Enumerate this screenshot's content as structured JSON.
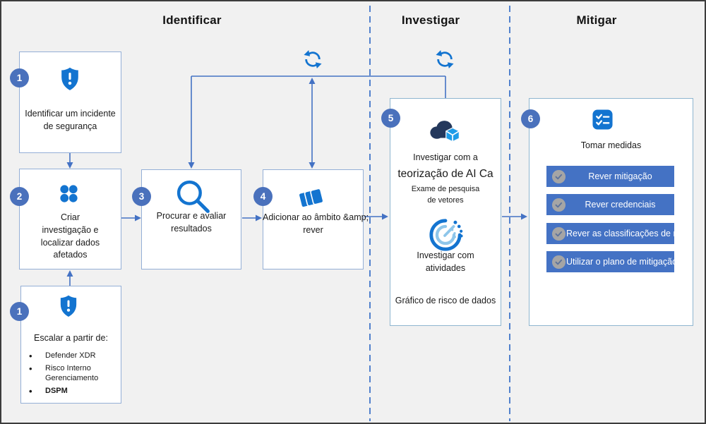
{
  "lanes": {
    "identify": "Identificar",
    "investigate": "Investigar",
    "mitigate": "Mitigar"
  },
  "step1": {
    "number": "1",
    "label": "Identificar um incidente\nde segurança"
  },
  "step2": {
    "number": "2",
    "label": "Criar\ninvestigação e\nlocalizar dados\nafetados"
  },
  "step3": {
    "number": "3",
    "label": "Procurar e avaliar\nresultados"
  },
  "step4": {
    "number": "4",
    "label": "Adicionar ao âmbito &amp;\nrever"
  },
  "escalate": {
    "number": "1",
    "title": "Escalar a partir de:",
    "items": [
      {
        "label": "Defender XDR"
      },
      {
        "label": "Risco Interno Gerenciamento"
      },
      {
        "label": "DSPM"
      }
    ]
  },
  "step5": {
    "number": "5",
    "label1": "Investigar com a",
    "label2": "teorização de AI Ca",
    "label3": "Exame de pesquisa\nde vetores",
    "label4": "Investigar com\natividades",
    "label5": "Gráfico de risco de dados"
  },
  "step6": {
    "number": "6",
    "title": "Tomar medidas",
    "buttons": [
      {
        "label": "Rever mitigação"
      },
      {
        "label": "Rever credenciais"
      },
      {
        "label": "Rever as classificações de risco"
      },
      {
        "label": "Utilizar o plano de mitigação"
      }
    ]
  },
  "colors": {
    "accent_blue": "#4472c4",
    "icon_blue": "#1374d0",
    "badge_blue": "#4a71bc",
    "cloud_navy": "#24385c",
    "cube_blue": "#1e9ce8",
    "light_blue": "#8ec6ea",
    "button_blue": "#4472c4",
    "check_gray": "#a5a5a5",
    "background": "#f1f1f1"
  }
}
